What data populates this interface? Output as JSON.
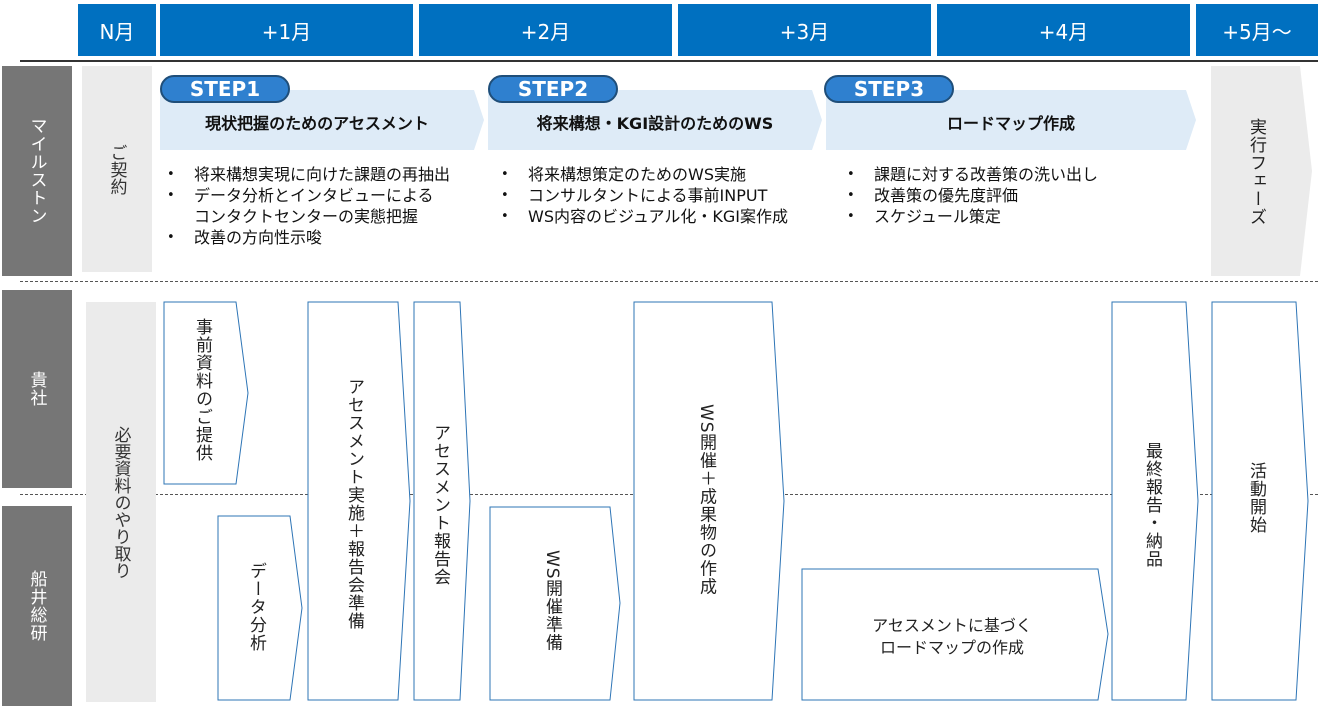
{
  "header": {
    "months": [
      "N月",
      "+1月",
      "+2月",
      "+3月",
      "+4月",
      "+5月～"
    ]
  },
  "rows": {
    "milestone": "マイルストン",
    "client": "貴社",
    "funai": "船井総研"
  },
  "milestone": {
    "contract": "ご契約",
    "execution_phase": "実行フェーズ",
    "steps": [
      {
        "label": "STEP1",
        "title": "現状把握のためのアセスメント",
        "bullets": [
          "将来構想実現に向けた課題の再抽出",
          "データ分析とインタビューによる\nコンタクトセンターの実態把握",
          "改善の方向性示唆"
        ]
      },
      {
        "label": "STEP2",
        "title": "将来構想・KGI設計のためのWS",
        "bullets": [
          "将来構想策定のためのWS実施",
          "コンサルタントによる事前INPUT",
          "WS内容のビジュアル化・KGI案作成"
        ]
      },
      {
        "label": "STEP3",
        "title": "ロードマップ作成",
        "bullets": [
          "課題に対する改善策の洗い出し",
          "改善策の優先度評価",
          "スケジュール策定"
        ]
      }
    ]
  },
  "tasks": {
    "materials_exchange": "必要資料のやり取り",
    "pre_materials": "事前資料のご提供",
    "data_analysis": "データ分析",
    "assessment_prep": "アセスメント実施＋報告会準備",
    "assessment_report": "アセスメント報告会",
    "ws_prep": "WS開催準備",
    "ws_deliverables": "WS開催＋成果物の作成",
    "roadmap": "アセスメントに基づく\nロードマップの作成",
    "final_report": "最終報告・納品",
    "activity_start": "活動開始"
  },
  "colors": {
    "header_blue": "#0070c0",
    "side_grey": "#767676",
    "step_pill": "#2f80cf",
    "step_band": "#deebf7",
    "box_border": "#2e75b6",
    "light_grey": "#ebebeb"
  }
}
